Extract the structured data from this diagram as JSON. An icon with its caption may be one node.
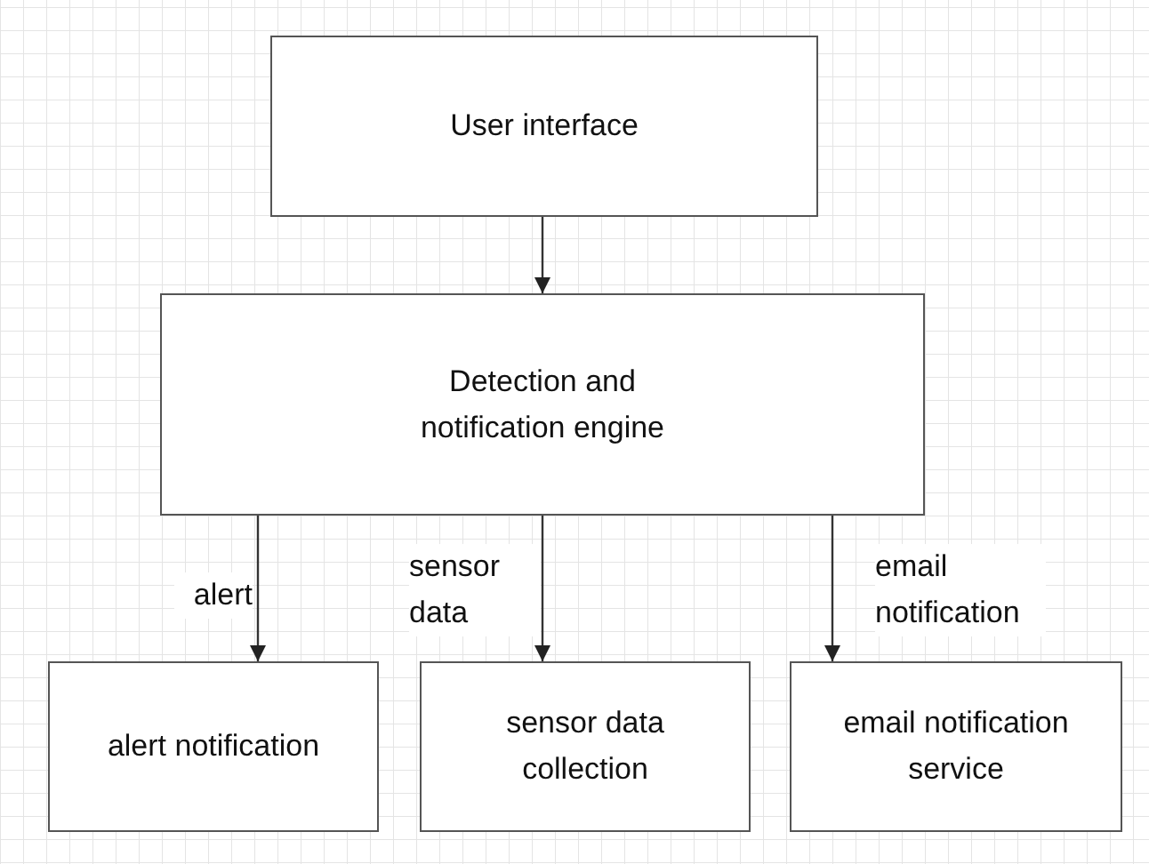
{
  "diagram": {
    "nodes": [
      {
        "text": [
          "User interface"
        ]
      },
      {
        "text": [
          "Detection and notification engine"
        ]
      },
      {
        "text": [
          "alert notification"
        ]
      },
      {
        "text": [
          "sensor data collection"
        ]
      },
      {
        "text": [
          "email notification service"
        ]
      }
    ],
    "edges": [
      {
        "from": 0,
        "to": 1,
        "arrow": "to"
      },
      {
        "from": 1,
        "to": 2,
        "arrow": "to",
        "label": "alert"
      },
      {
        "from": 1,
        "to": 3,
        "arrow": "to",
        "label": "sensor data"
      },
      {
        "from": 1,
        "to": 4,
        "arrow": "to",
        "label": "email notification"
      }
    ]
  }
}
